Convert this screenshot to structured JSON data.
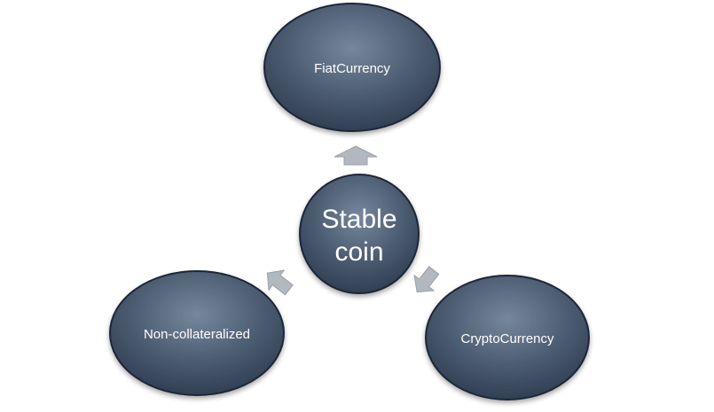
{
  "center": {
    "line1": "Stable",
    "line2": "coin"
  },
  "nodes": {
    "top": "FiatCurrency",
    "left": "Non-collateralized",
    "right": "CryptoCurrency"
  },
  "colors": {
    "node_fill_light": "#6b7c92",
    "node_fill_dark": "#2c3a4e",
    "node_stroke": "#1f2838",
    "arrow_fill": "#b3b8bf",
    "arrow_stroke": "#9ba1a9",
    "text": "#ffffff"
  }
}
